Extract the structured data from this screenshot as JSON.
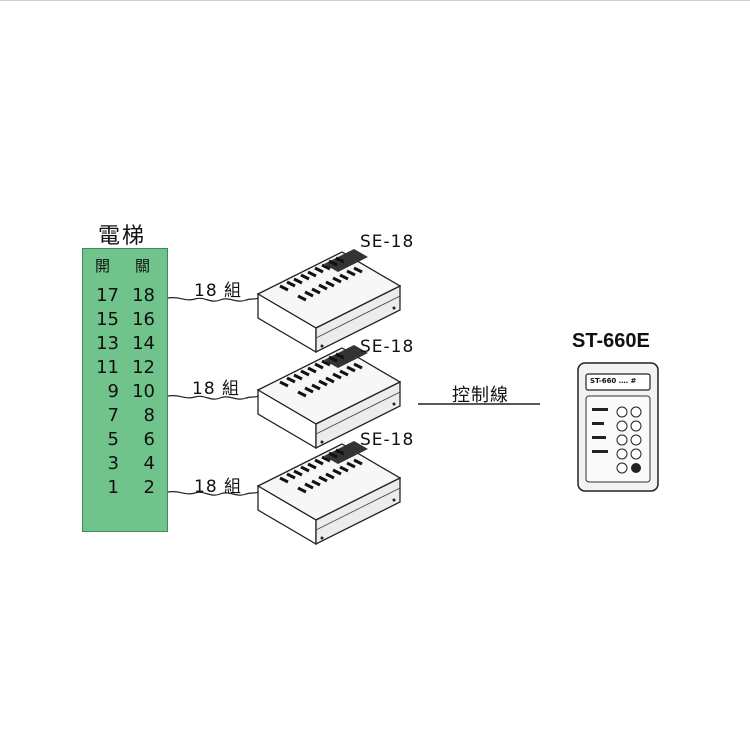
{
  "elevator": {
    "title": "電梯",
    "col_open": "開",
    "col_close": "關",
    "rows": [
      [
        "17",
        "18"
      ],
      [
        "15",
        "16"
      ],
      [
        "13",
        "14"
      ],
      [
        "11",
        "12"
      ],
      [
        "9",
        "10"
      ],
      [
        "7",
        "8"
      ],
      [
        "5",
        "6"
      ],
      [
        "3",
        "4"
      ],
      [
        "1",
        "2"
      ]
    ]
  },
  "devices": [
    {
      "model": "SE-18",
      "group_label": "18 組"
    },
    {
      "model": "SE-18",
      "group_label": "18 組"
    },
    {
      "model": "SE-18",
      "group_label": "18 組"
    }
  ],
  "control_line": "控制線",
  "controller": {
    "model": "ST-660E",
    "display_text": "ST-660 ‥‥ #"
  },
  "colors": {
    "panel_green": "#6fc38b"
  }
}
